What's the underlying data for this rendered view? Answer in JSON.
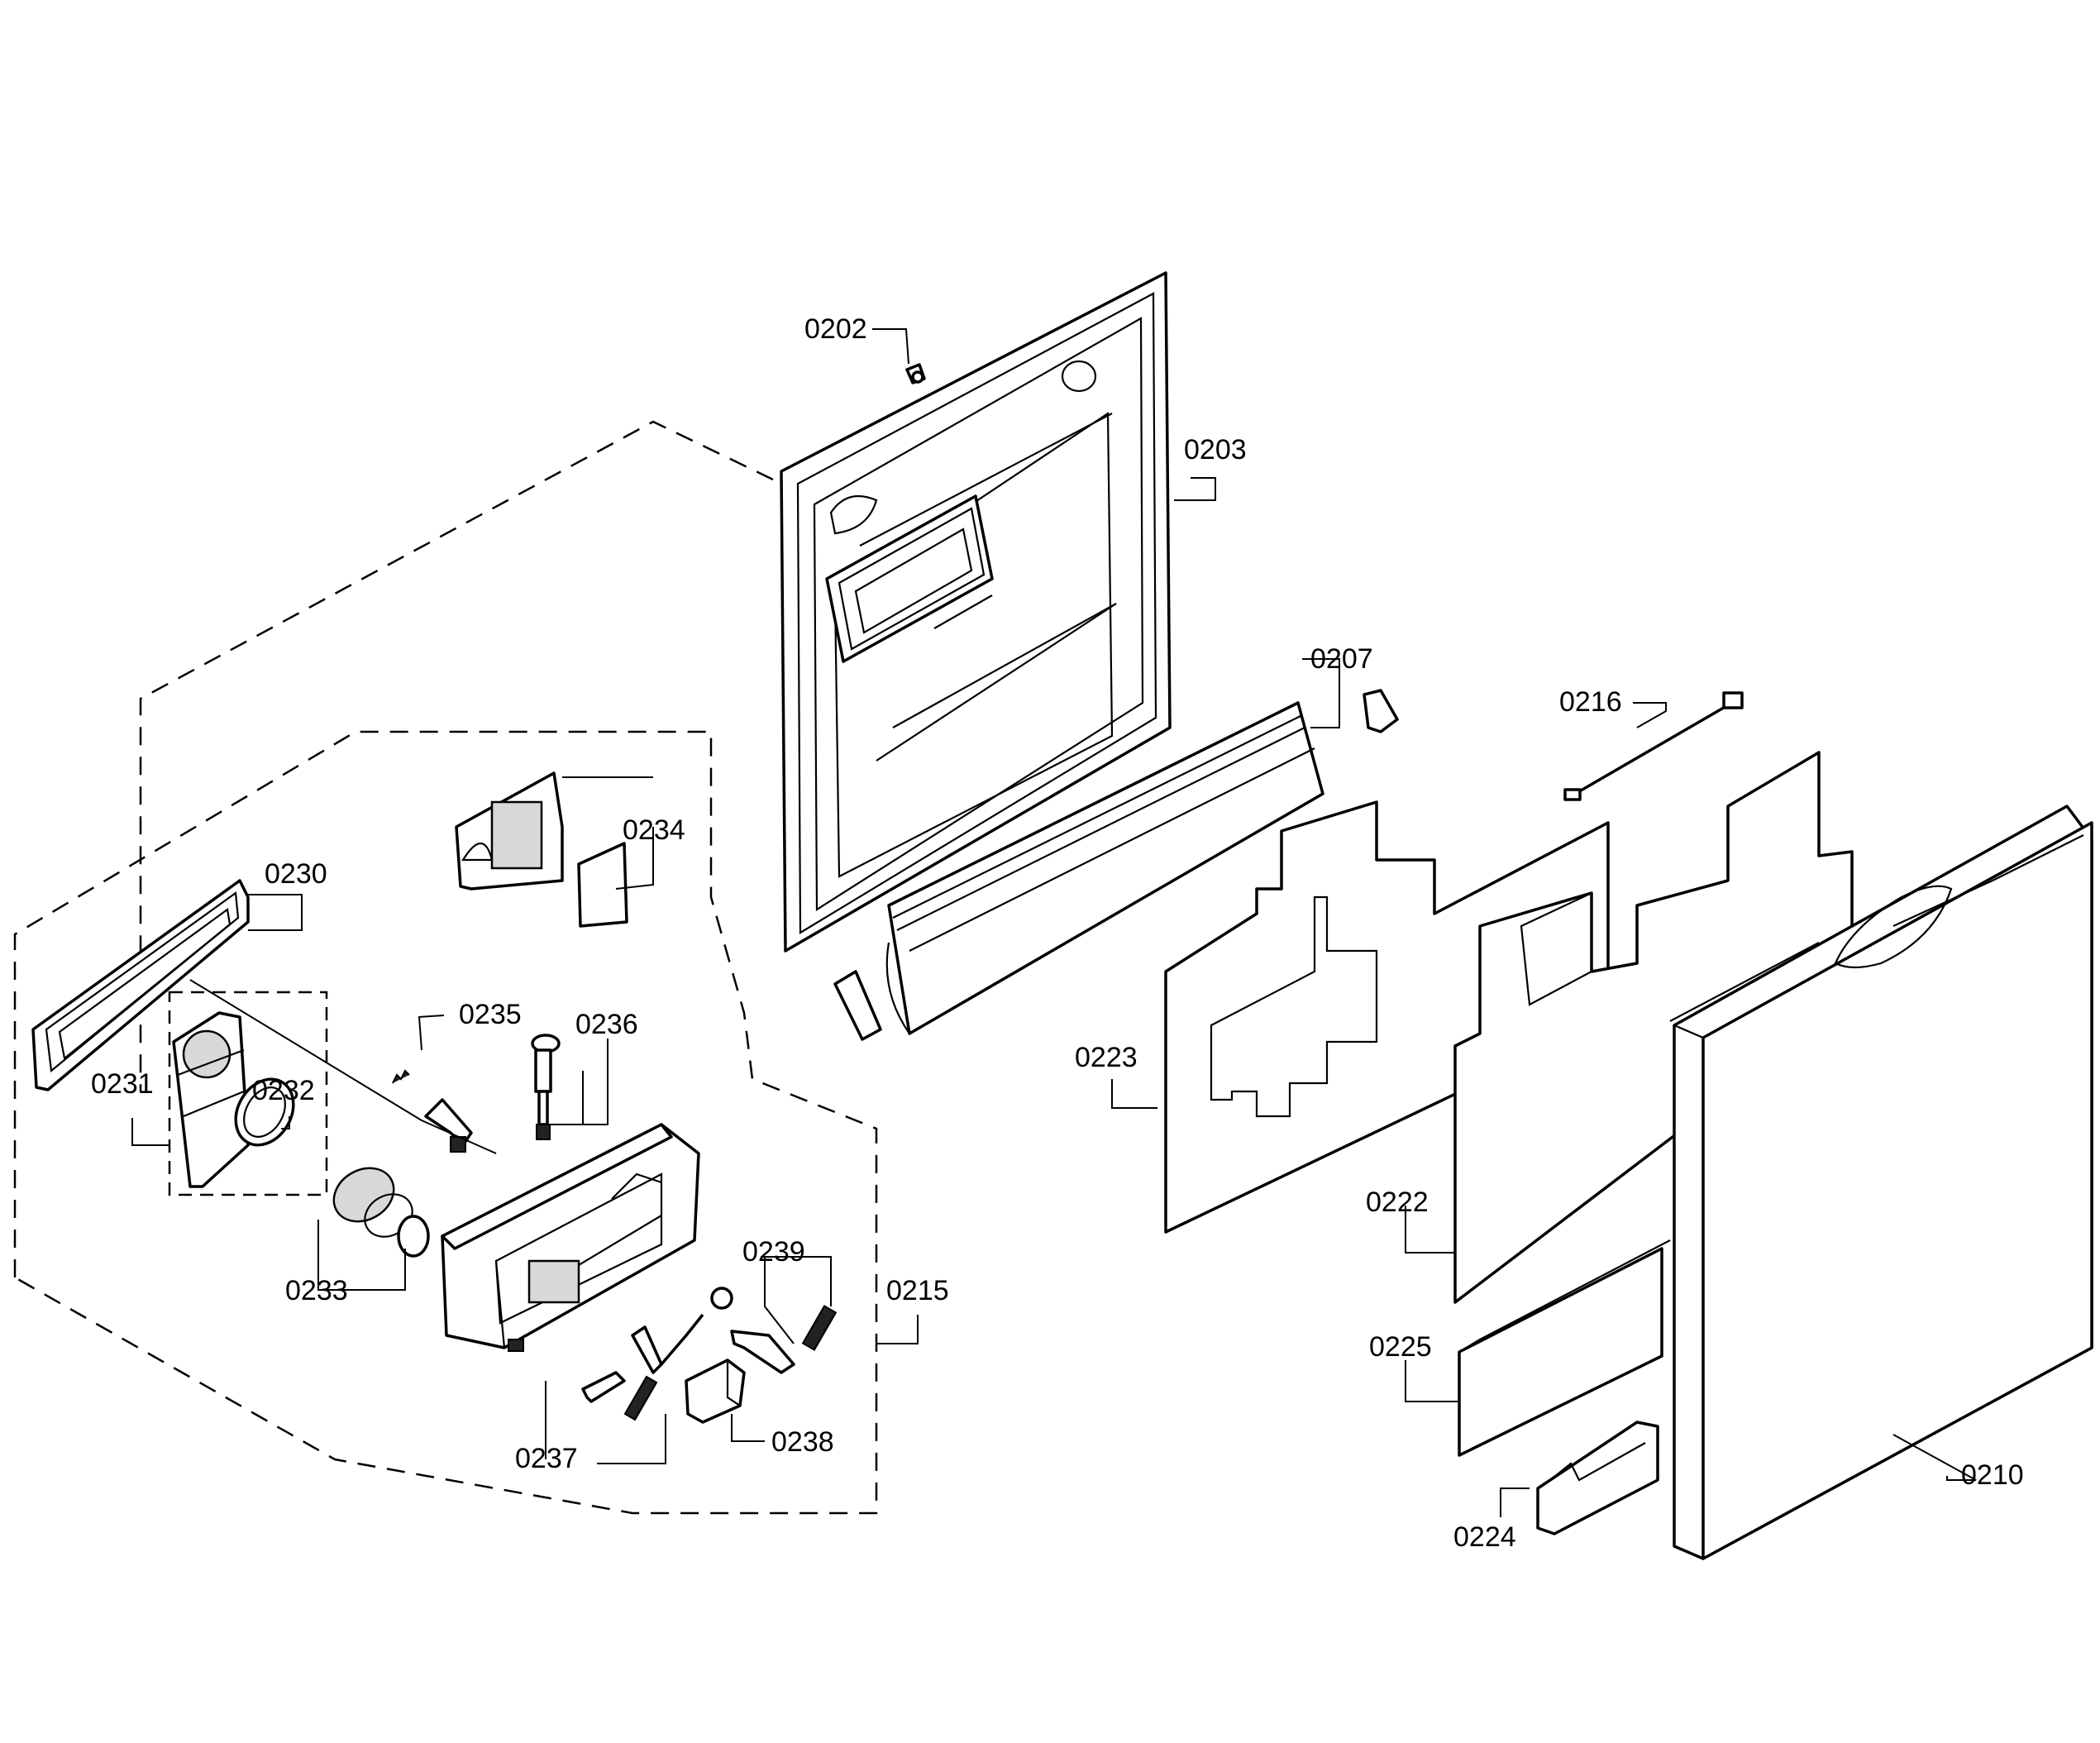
{
  "labels": {
    "p0202": "0202",
    "p0203": "0203",
    "p0207": "0207",
    "p0216": "0216",
    "p0234": "0234",
    "p0230": "0230",
    "p0235": "0235",
    "p0236": "0236",
    "p0231": "0231",
    "p0232": "0232",
    "p0223": "0223",
    "p0239": "0239",
    "p0233": "0233",
    "p0215": "0215",
    "p0222": "0222",
    "p0225": "0225",
    "p0237": "0237",
    "p0238": "0238",
    "p0210": "0210",
    "p0224": "0224"
  }
}
